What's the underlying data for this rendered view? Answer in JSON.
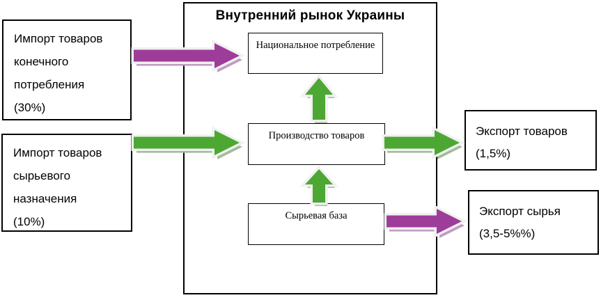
{
  "diagram": {
    "title": "Внутренний рынок Украины",
    "left_boxes": [
      {
        "name": "import-consumer-goods",
        "lines": [
          "Импорт товаров",
          "конечного",
          "потребления",
          "(30%)"
        ]
      },
      {
        "name": "import-raw-materials",
        "lines": [
          "Импорт товаров",
          "сырьевого",
          "назначения",
          "(10%)"
        ]
      }
    ],
    "market_nodes": [
      {
        "name": "national-consumption",
        "label": "Национальное потребление"
      },
      {
        "name": "goods-production",
        "label": "Производство товаров"
      },
      {
        "name": "raw-material-base",
        "label": "Сырьевая база"
      }
    ],
    "right_boxes": [
      {
        "name": "export-goods",
        "lines": [
          "Экспорт товаров",
          "(1,5%)"
        ]
      },
      {
        "name": "export-raw-materials",
        "lines": [
          "Экспорт сырья",
          "(3,5-5%%)"
        ]
      }
    ],
    "colors": {
      "arrow_purple": "#9e3d99",
      "arrow_purple_shadow": "#c09bc2",
      "arrow_green": "#4ca832",
      "arrow_green_shadow": "#a2bb99",
      "arrow_halo": "#f1f1f1",
      "box_border": "#000000"
    }
  }
}
